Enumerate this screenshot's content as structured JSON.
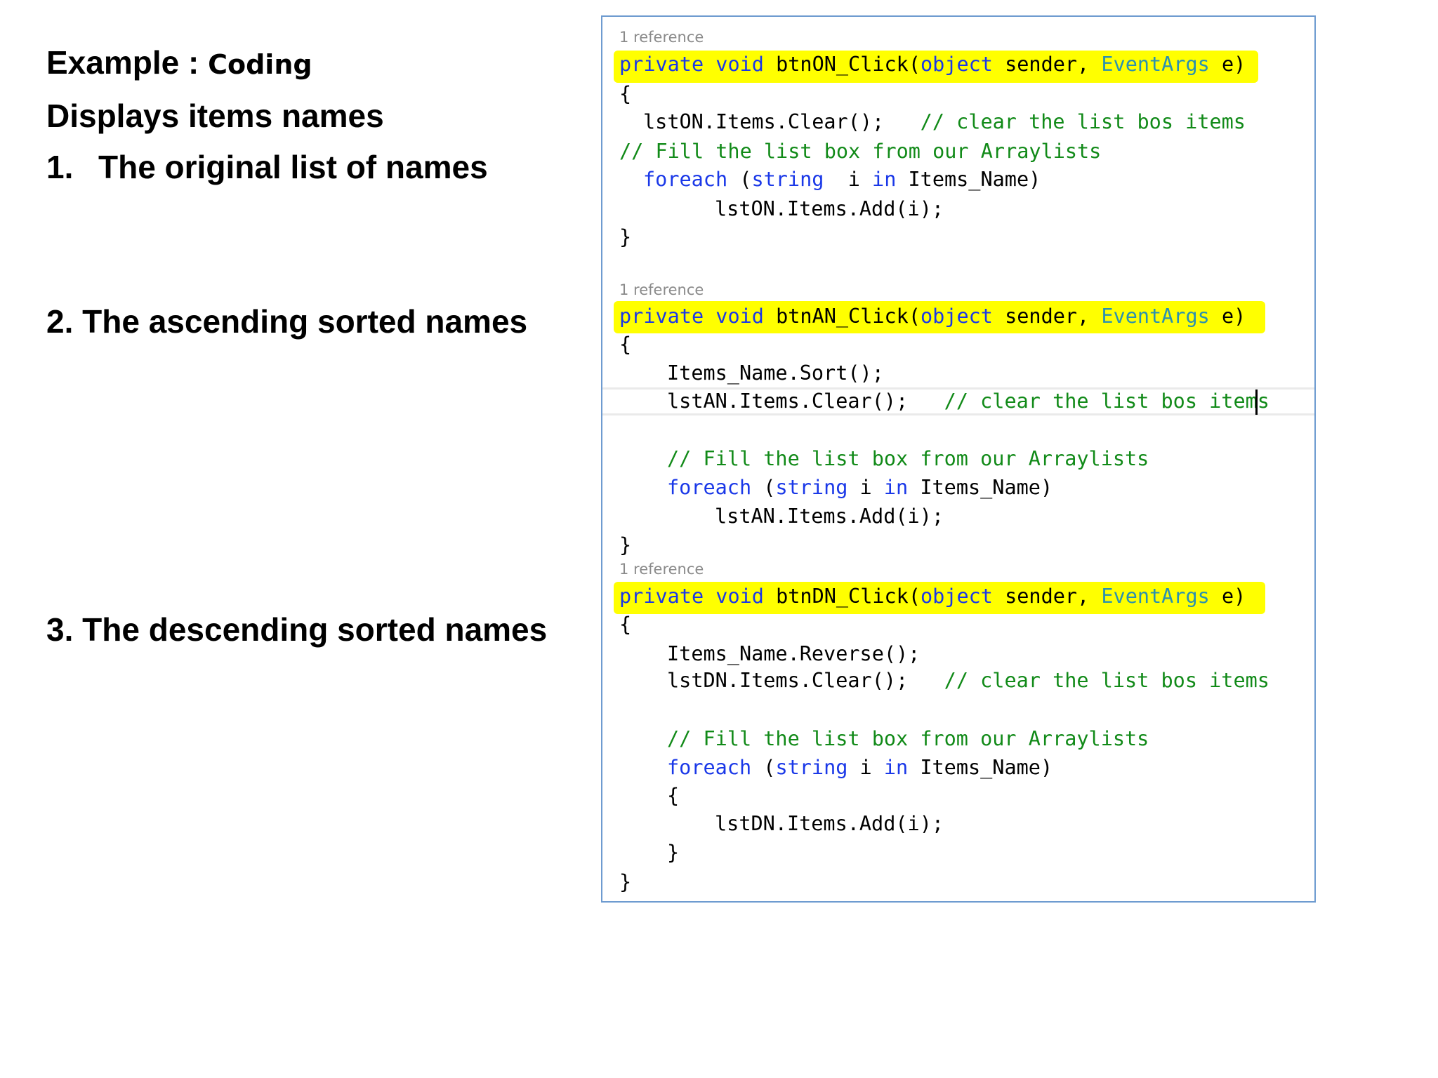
{
  "slide": {
    "title_main": "Example : ",
    "title_sub": "Coding",
    "subtitle": "Displays items names",
    "items": [
      {
        "num": "1.",
        "text": "The original list of names"
      },
      {
        "num": "2.",
        "text": "The ascending sorted names"
      },
      {
        "num": "3.",
        "text": "The descending sorted names"
      }
    ]
  },
  "code": {
    "ref_label": "1 reference",
    "lines": {
      "private": "private",
      "void": "void",
      "object": "object",
      "eventargs": "EventArgs",
      "foreach": "foreach",
      "string": "string",
      "in": "in",
      "open_brace": "{",
      "close_brace": "}",
      "m1_name": "btnON_Click(",
      "m1_params_mid": " sender, ",
      "m1_params_end": " e)",
      "m1_clear": "lstON.Items.Clear();",
      "m1_clear_comment": "// clear the list bos items",
      "m1_fill_comment": "// Fill the list box from our Arraylists",
      "m1_foreach_open": " (",
      "m1_foreach_i": "  i ",
      "m1_foreach_end": " Items_Name)",
      "m1_add": "lstON.Items.Add(i);",
      "m2_name": "btnAN_Click(",
      "m2_sort": "Items_Name.Sort();",
      "m2_clear": "lstAN.Items.Clear();",
      "m2_clear_comment": "// clear the list bos items",
      "m2_fill_comment": "// Fill the list box from our Arraylists",
      "m2_foreach_i": " i ",
      "m2_add": "lstAN.Items.Add(i);",
      "m3_name": "btnDN_Click(",
      "m3_reverse": "Items_Name.Reverse();",
      "m3_clear": "lstDN.Items.Clear();",
      "m3_clear_comment": "// clear the list bos items",
      "m3_fill_comment": "// Fill the list box from our Arraylists",
      "m3_add": "lstDN.Items.Add(i);"
    }
  },
  "colors": {
    "keyword": "#1a38e8",
    "type": "#2b91af",
    "comment": "#118a18",
    "highlight": "#ffff00",
    "panel_border": "#6e9bd0"
  }
}
